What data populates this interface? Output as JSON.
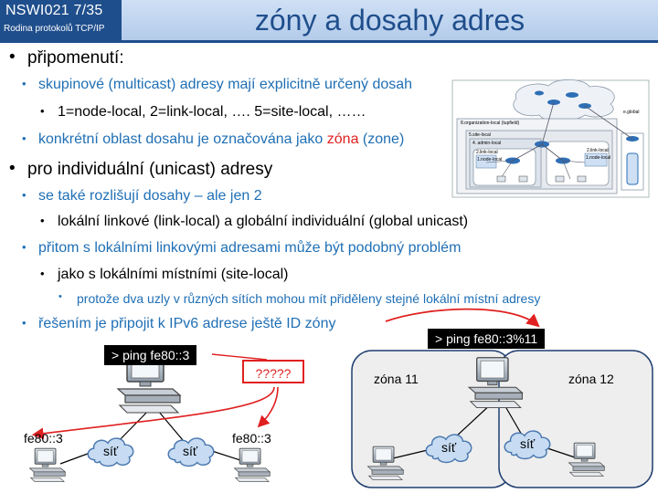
{
  "header": {
    "course": "NSWI021   7/35",
    "subtitle": "Rodina protokolů TCP/IP",
    "title": "zóny a dosahy adres"
  },
  "bullets": {
    "b1": "připomenutí:",
    "b1_1": "skupinové (multicast) adresy mají explicitně určený dosah",
    "b1_1_1": "1=node-local, 2=link-local, …. 5=site-local, ……",
    "b1_2_pre": "konkrétní oblast dosahu je označována jako ",
    "b1_2_red": "zóna",
    "b1_2_post": " (zone)",
    "b2": "pro individuální (unicast) adresy",
    "b2_1": "se také rozlišují dosahy – ale jen 2",
    "b2_1_1": "lokální linkové (link-local) a globální individuální (global unicast)",
    "b2_2": "přitom s lokálními linkovými adresami může být podobný problém",
    "b2_2_1": "jako s lokálními místními (site-local)",
    "b2_2_1_1": "protože dva uzly v různých sítích mohou mít přiděleny stejné lokální místní adresy",
    "b2_3": "řešením je připojit k IPv6 adrese ještě ID zóny"
  },
  "scope_diagram": {
    "global": "e.global",
    "org": "8.organization-local (tupfield)",
    "site": "5.site-local",
    "admin": "4. admin-local",
    "link_left": "2.link-local",
    "node_left": "1.node-local",
    "link_right": "2.link-local",
    "node_right": "1.node-local"
  },
  "left_example": {
    "command": "> ping  fe80::3",
    "question": "?????",
    "addr_left": "fe80::3",
    "addr_right": "fe80::3",
    "net1": "síť",
    "net2": "síť"
  },
  "right_example": {
    "command": "> ping  fe80::3%11",
    "zone_left": "zóna 11",
    "zone_right": "zóna 12",
    "net1": "síť",
    "net2": "síť"
  },
  "colors": {
    "brand": "#1f4e8c",
    "blue_text": "#1f6fb5",
    "accent_red": "#e02020"
  }
}
